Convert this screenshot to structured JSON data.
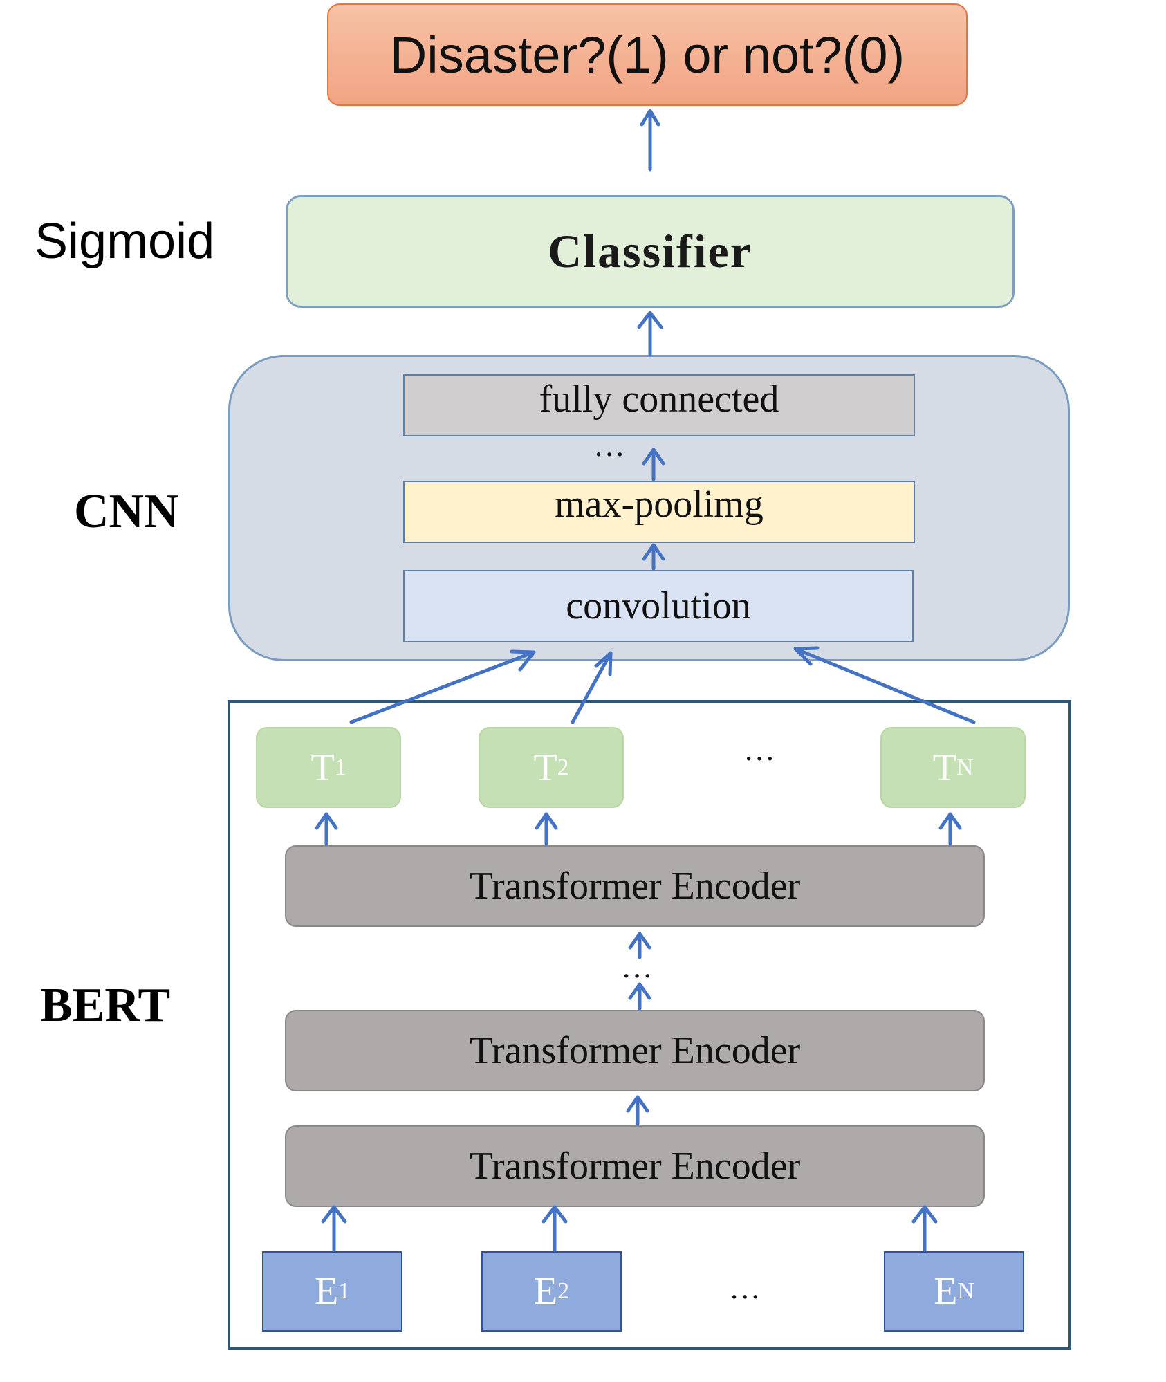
{
  "output": {
    "label": "Disaster?(1) or not?(0)"
  },
  "classifier": {
    "side_label": "Sigmoid",
    "title": "Classifier"
  },
  "cnn": {
    "side_label": "CNN",
    "layers": {
      "fully_connected": "fully connected",
      "ellipsis": "···",
      "max_pooling": "max-poolimg",
      "convolution": "convolution"
    }
  },
  "bert": {
    "side_label": "BERT",
    "outputs": [
      {
        "letter": "T",
        "sub": "1"
      },
      {
        "letter": "T",
        "sub": "2"
      },
      {
        "letter": "T",
        "sub": "N"
      }
    ],
    "outputs_ellipsis": "···",
    "encoders": [
      "Transformer Encoder",
      "Transformer Encoder",
      "Transformer Encoder"
    ],
    "encoders_ellipsis": "···",
    "embeddings": [
      {
        "letter": "E",
        "sub": "1"
      },
      {
        "letter": "E",
        "sub": "2"
      },
      {
        "letter": "E",
        "sub": "N"
      }
    ],
    "embeddings_ellipsis": "···"
  },
  "colors": {
    "arrow": "#4472c4",
    "output_fill": "#f4b393",
    "classifier_fill": "#e2efd9",
    "cnn_fill": "#d6dce5",
    "token_output_fill": "#c5e0b4",
    "encoder_fill": "#aeaaaa",
    "embedding_fill": "#8faadc"
  }
}
